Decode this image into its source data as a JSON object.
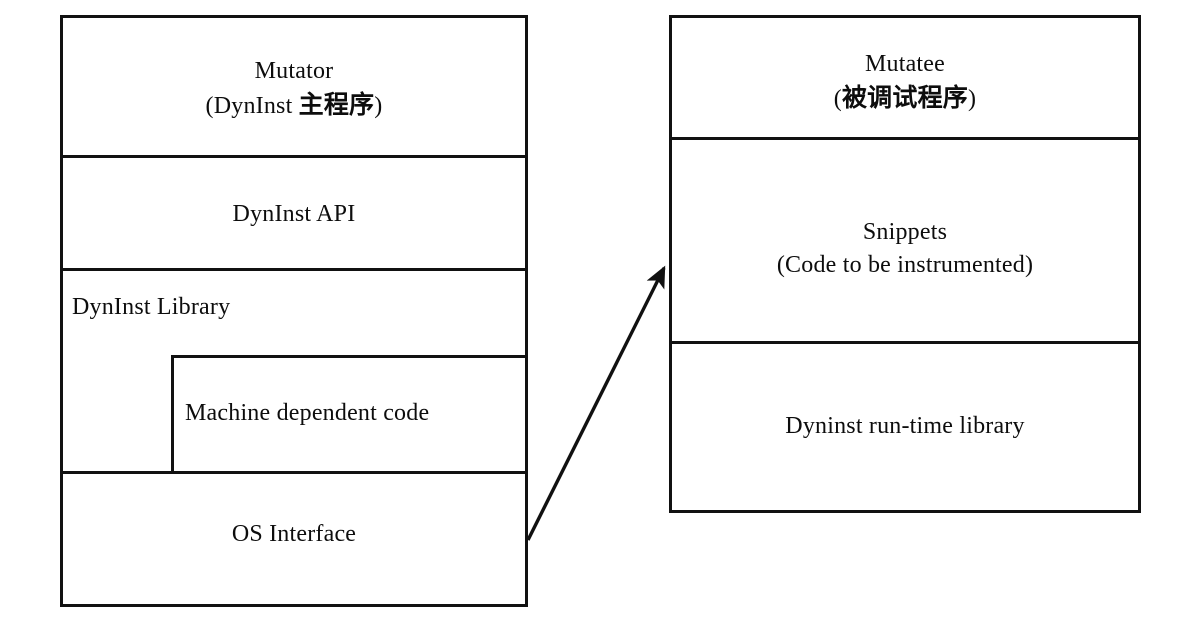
{
  "diagram": {
    "title": "DynInst Mutator / Mutatee architecture",
    "stroke_color": "#111111",
    "background_color": "#ffffff",
    "text_color": "#0d0d0d"
  },
  "mutator_column": {
    "name": "Mutator process stack",
    "layers": [
      {
        "id": "mutator",
        "line1": "Mutator",
        "line2_prefix": "(DynInst ",
        "line2_cjk": "主程序",
        "line2_suffix": ")",
        "align": "center"
      },
      {
        "id": "dyninst-api",
        "line1": "DynInst API",
        "align": "center"
      },
      {
        "id": "dyninst-library",
        "line1": "DynInst Library",
        "align": "left"
      },
      {
        "id": "machine-dependent-code",
        "line1": "Machine dependent code",
        "align": "left"
      },
      {
        "id": "os-interface",
        "line1": "OS Interface",
        "align": "center"
      }
    ]
  },
  "mutatee_column": {
    "name": "Mutatee process stack",
    "layers": [
      {
        "id": "mutatee",
        "line1": "Mutatee",
        "line2_prefix": "(",
        "line2_cjk": "被调试程序",
        "line2_suffix": ")",
        "align": "center"
      },
      {
        "id": "snippets",
        "line1": "Snippets",
        "line2": "(Code to be instrumented)",
        "align": "center"
      },
      {
        "id": "dyninst-runtime-library",
        "line1": "Dyninst run-time library",
        "align": "center"
      }
    ]
  },
  "connector": {
    "id": "os-to-snippets-arrow",
    "from": "os-interface",
    "to": "snippets",
    "direction": "right-up",
    "style": "solid-line-with-filled-arrowhead"
  }
}
